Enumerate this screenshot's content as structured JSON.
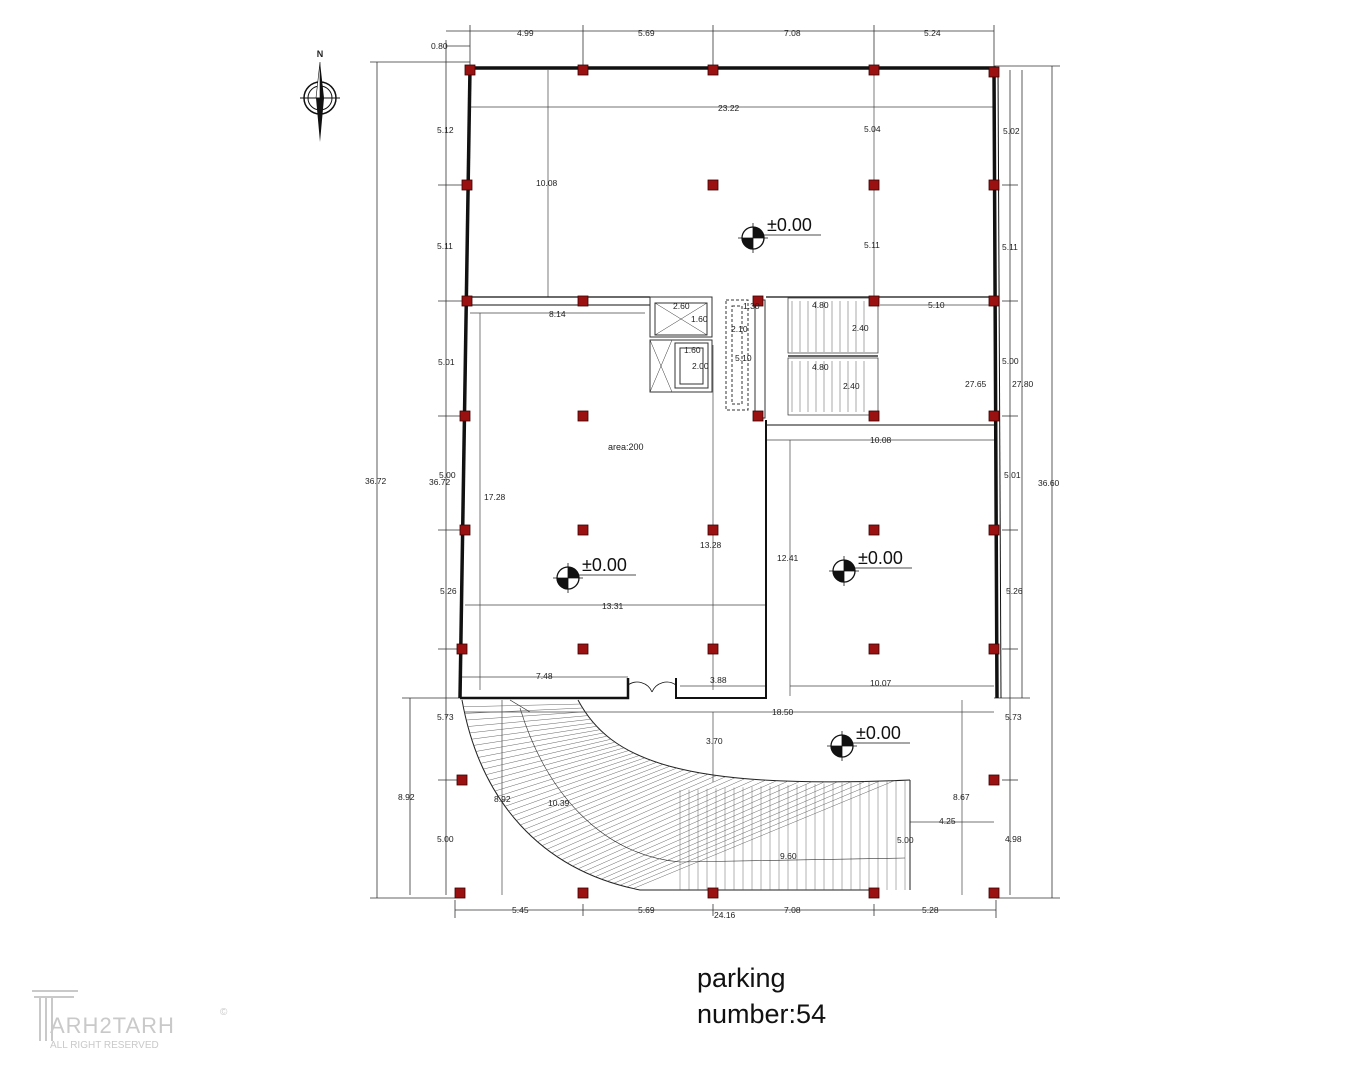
{
  "north_label": "N",
  "level_marker": "±0.00",
  "area_label": "area:200",
  "caption": {
    "line1": "parking",
    "line2": "number:54"
  },
  "watermark": {
    "name": "ARH2TARH",
    "rights": "ALL RIGHT RESERVED",
    "symbol": "©"
  },
  "colors": {
    "column": "#9b1010",
    "wall": "#111111",
    "line": "#333333"
  },
  "dimensions": {
    "top": [
      "0.80",
      "4.99",
      "5.69",
      "7.08",
      "5.24"
    ],
    "bottom": [
      "5.45",
      "5.69",
      "24.16",
      "7.08",
      "5.28"
    ],
    "left_outer": "36.72",
    "left_chain": [
      "5.12",
      "5.11",
      "5.01",
      "5.00",
      "36.72",
      "5.26",
      "5.73",
      "5.00"
    ],
    "left_misc": [
      "8.92",
      "8.92"
    ],
    "right_chain": [
      "5.02",
      "5.11",
      "5.00",
      "5.01",
      "5.26",
      "5.73",
      "4.98"
    ],
    "right_outer": [
      "27.65",
      "27.80",
      "36.60"
    ],
    "interior": {
      "width_top": "23.22",
      "height_top": "10.08",
      "col_top_a": "5.04",
      "col_top_b": "5.11",
      "w_814": "8.14",
      "w_510": "5.10",
      "h_1728": "17.28",
      "h_1328": "13.28",
      "w_1331": "13.31",
      "w_748": "7.48",
      "w_388": "3.88",
      "h_1241": "12.41",
      "w_1008": "10.08",
      "w_1007": "10.07",
      "w_1850": "18.50",
      "h_370": "3.70",
      "h_867": "8.67",
      "w_425": "4.25",
      "ramp_radius": "10.39",
      "ramp_len": "9.60",
      "ramp_w": "5.00",
      "elev_w": "2.60",
      "elev_h": "1.60",
      "lift_w": "1.60",
      "lift_h": "2.00",
      "duct_w": "1.30",
      "duct_a": "2.10",
      "duct_b": "5.10",
      "stair_a_w": "4.80",
      "stair_a_h": "2.40",
      "stair_b_w": "4.80",
      "stair_b_h": "2.40"
    }
  }
}
